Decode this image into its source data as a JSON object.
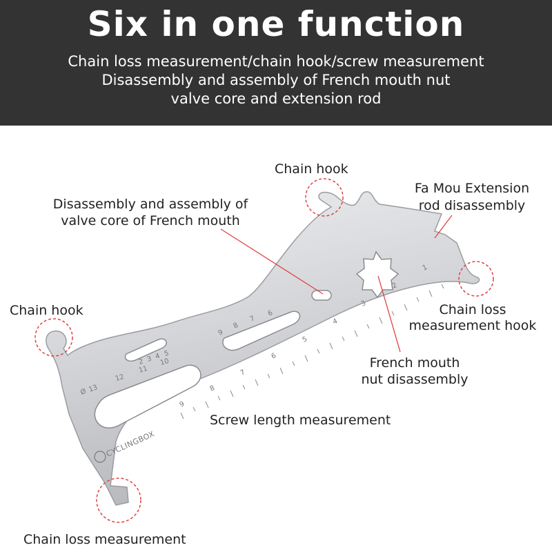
{
  "header": {
    "title": "Six in one function",
    "lines": [
      "Chain loss measurement/chain hook/screw measurement",
      "Disassembly and assembly of French mouth nut",
      "valve core and extension rod"
    ]
  },
  "labels": {
    "chain_hook_top": "Chain hook",
    "extension_rod": [
      "Fa Mou Extension",
      "rod disassembly"
    ],
    "valve_core": [
      "Disassembly and assembly of",
      "valve core of French mouth"
    ],
    "chain_hook_left": "Chain hook",
    "chain_loss_hook": [
      "Chain loss",
      "measurement hook"
    ],
    "french_nut": [
      "French mouth",
      "nut disassembly"
    ],
    "screw_length": "Screw length measurement",
    "chain_loss_bottom": "Chain loss measurement"
  },
  "tool": {
    "brand": "CYCLINGBOX",
    "ruler_numbers": [
      "1",
      "2",
      "3",
      "4",
      "5",
      "6",
      "7",
      "8",
      "9"
    ],
    "slot_numbers": [
      "9",
      "8",
      "7",
      "6"
    ],
    "small_numbers": [
      "2",
      "3",
      "4",
      "5",
      "10",
      "11",
      "12",
      "13"
    ],
    "diameter_mark": "Ø"
  },
  "colors": {
    "header_bg": "#333333",
    "header_text": "#ffffff",
    "callout": "#e04040",
    "metal": "#d2d3d6",
    "text": "#222222"
  }
}
